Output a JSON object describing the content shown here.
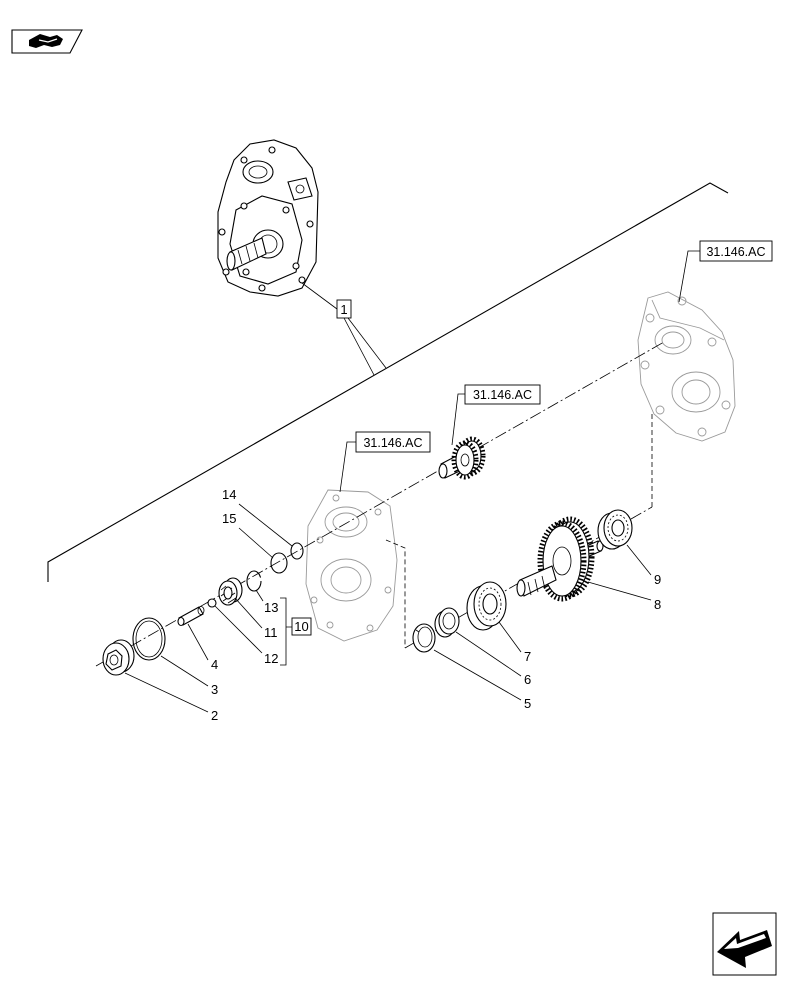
{
  "icons": {
    "top_left": "manual-reference-icon",
    "bottom_right": "return-arrow-icon"
  },
  "references": [
    "31.146.AC",
    "31.146.AC",
    "31.146.AC"
  ],
  "callouts": {
    "c1": "1",
    "c2": "2",
    "c3": "3",
    "c4": "4",
    "c5": "5",
    "c6": "6",
    "c7": "7",
    "c8": "8",
    "c9": "9",
    "c10": "10",
    "c11": "11",
    "c12": "12",
    "c13": "13",
    "c14": "14",
    "c15": "15"
  }
}
